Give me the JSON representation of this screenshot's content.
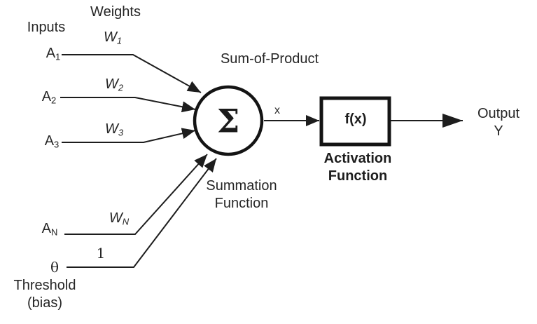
{
  "colors": {
    "ink": "#262626",
    "line": "#1d1d1d",
    "background": "#ffffff"
  },
  "headers": {
    "inputs": "Inputs",
    "weights": "Weights"
  },
  "inputs": [
    {
      "base": "A",
      "sub": "1"
    },
    {
      "base": "A",
      "sub": "2"
    },
    {
      "base": "A",
      "sub": "3"
    },
    {
      "base": "A",
      "sub": "N"
    }
  ],
  "weights": [
    {
      "base": "W",
      "sub": "1"
    },
    {
      "base": "W",
      "sub": "2"
    },
    {
      "base": "W",
      "sub": "3"
    },
    {
      "base": "W",
      "sub": "N"
    }
  ],
  "bias": {
    "symbol": "θ",
    "input_value": "1",
    "caption_line1": "Threshold",
    "caption_line2": "(bias)"
  },
  "summation": {
    "title": "Sum-of-Product",
    "symbol": "Σ",
    "signal_label": "x",
    "caption_line1": "Summation",
    "caption_line2": "Function"
  },
  "activation": {
    "box_label": "f(x)",
    "caption_line1": "Activation",
    "caption_line2": "Function"
  },
  "output": {
    "label": "Output",
    "variable": "Y"
  }
}
